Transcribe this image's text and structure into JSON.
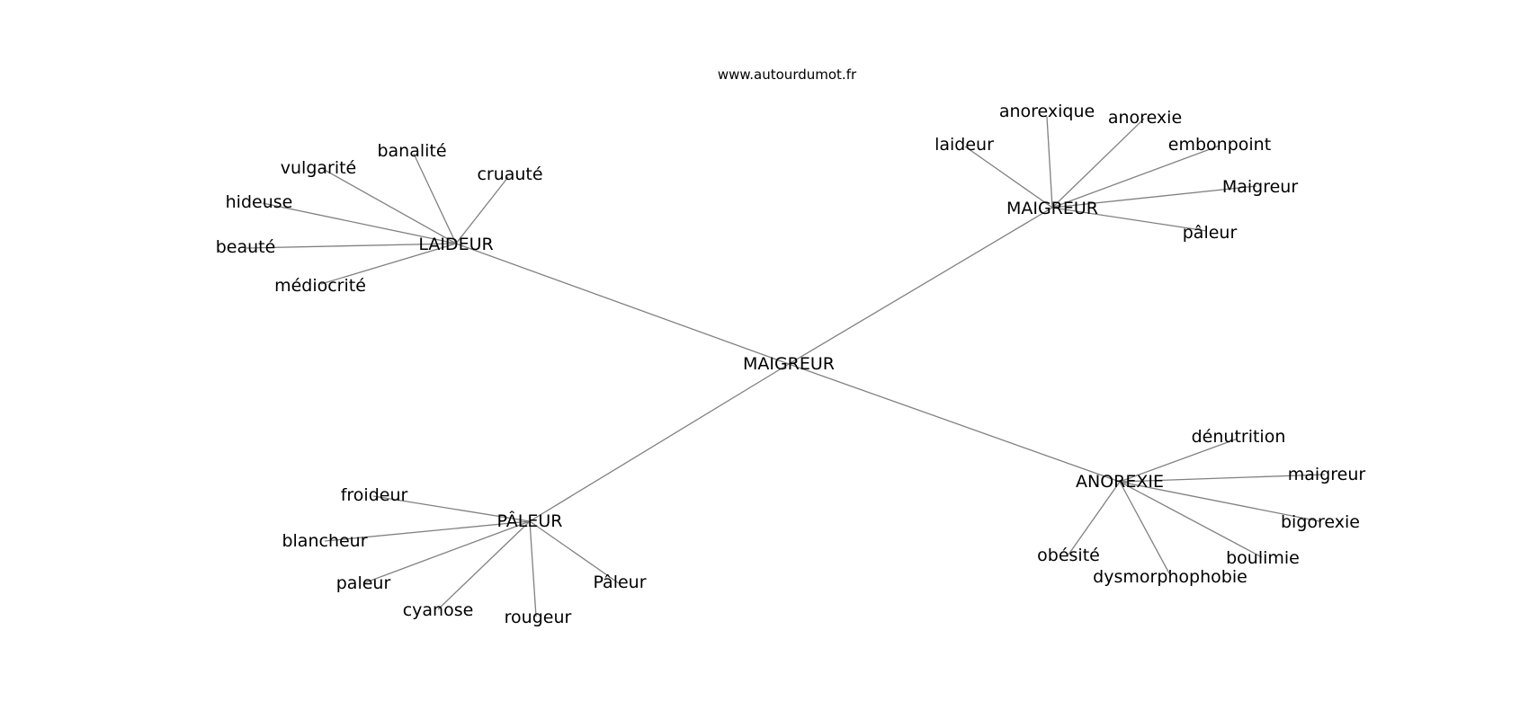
{
  "watermark": "www.autourdumot.fr",
  "colors": {
    "edge": "#808080",
    "text": "#000000",
    "background": "#ffffff"
  },
  "center": {
    "label": "MAIGREUR"
  },
  "clusters": {
    "laideur": {
      "label": "LAIDEUR",
      "words": [
        "banalité",
        "cruauté",
        "vulgarité",
        "hideuse",
        "beauté",
        "médiocrité"
      ]
    },
    "maigreur": {
      "label": "MAIGREUR",
      "words": [
        "anorexique",
        "anorexie",
        "laideur",
        "embonpoint",
        "Maigreur",
        "pâleur"
      ]
    },
    "anorexie": {
      "label": "ANOREXIE",
      "words": [
        "dénutrition",
        "maigreur",
        "bigorexie",
        "boulimie",
        "dysmorphophobie",
        "obésité"
      ]
    },
    "paleur": {
      "label": "PÂLEUR",
      "words": [
        "froideur",
        "blancheur",
        "paleur",
        "cyanose",
        "rougeur",
        "Pâleur"
      ]
    }
  }
}
